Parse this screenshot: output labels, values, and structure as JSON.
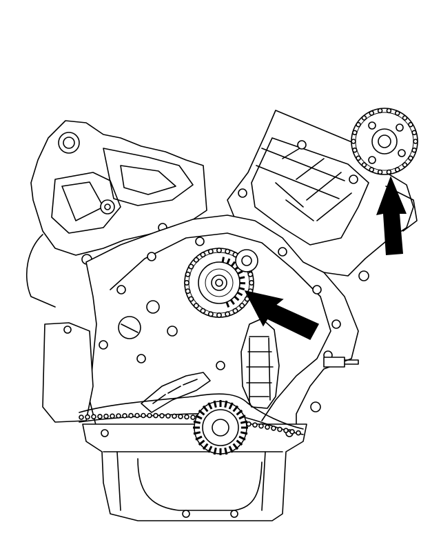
{
  "diagram": {
    "subject": "",
    "colors": {
      "line": "#000000",
      "background": "#ffffff",
      "arrow_fill": "#000000"
    },
    "parts": {
      "left_cylinder_head": "left-cylinder-head",
      "right_cylinder_head": "right-cylinder-head",
      "front_cover": "engine-front-cover",
      "left_camshaft_sprocket": "left-camshaft-sprocket",
      "right_camshaft_sprocket": "right-camshaft-sprocket",
      "crankshaft_sprocket": "crankshaft-sprocket",
      "timing_chain": "timing-chain",
      "chain_tensioner_arm": "chain-tensioner-arm",
      "chain_guide": "chain-guide",
      "oil_pan": "oil-pan"
    },
    "callouts": [
      {
        "id": "arrow-1",
        "points_to": "left-camshaft-sprocket"
      },
      {
        "id": "arrow-2",
        "points_to": "right-camshaft-sprocket"
      }
    ]
  }
}
